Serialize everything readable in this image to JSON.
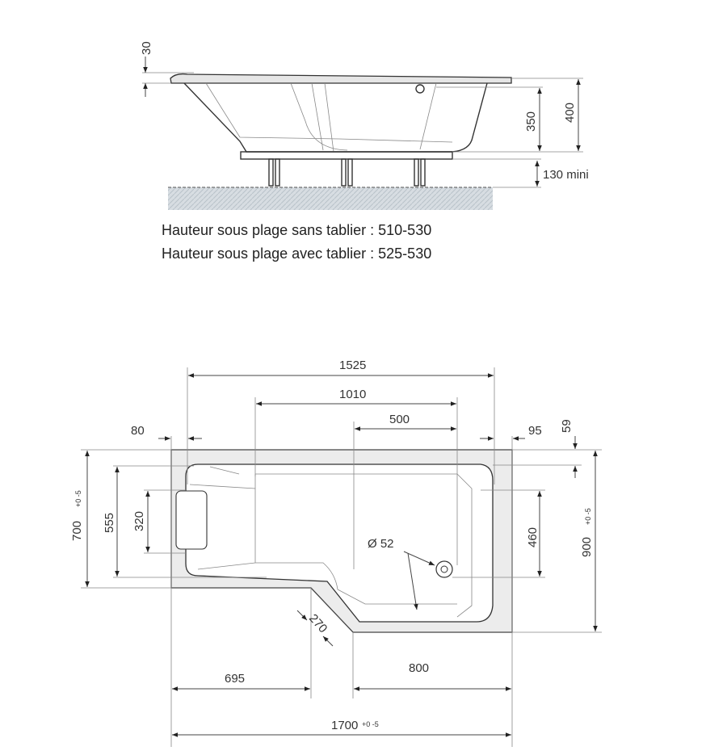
{
  "side_view": {
    "dims": {
      "rim": "30",
      "inner_depth": "350",
      "total_height": "400",
      "leg_clearance": "130 mini"
    },
    "notes": [
      "Hauteur sous plage sans tablier : 510-530",
      "Hauteur sous plage avec tablier : 525-530"
    ]
  },
  "plan_view": {
    "dims": {
      "d1525": "1525",
      "d1010": "1010",
      "d500": "500",
      "d80": "80",
      "d95": "95",
      "d59": "59",
      "d700": "700",
      "d555": "555",
      "d320": "320",
      "d460": "460",
      "d900": "900",
      "d270": "270",
      "d695": "695",
      "d800": "800",
      "d1700": "1700",
      "tol": "+0 -5",
      "drain": "Ø 52"
    }
  }
}
